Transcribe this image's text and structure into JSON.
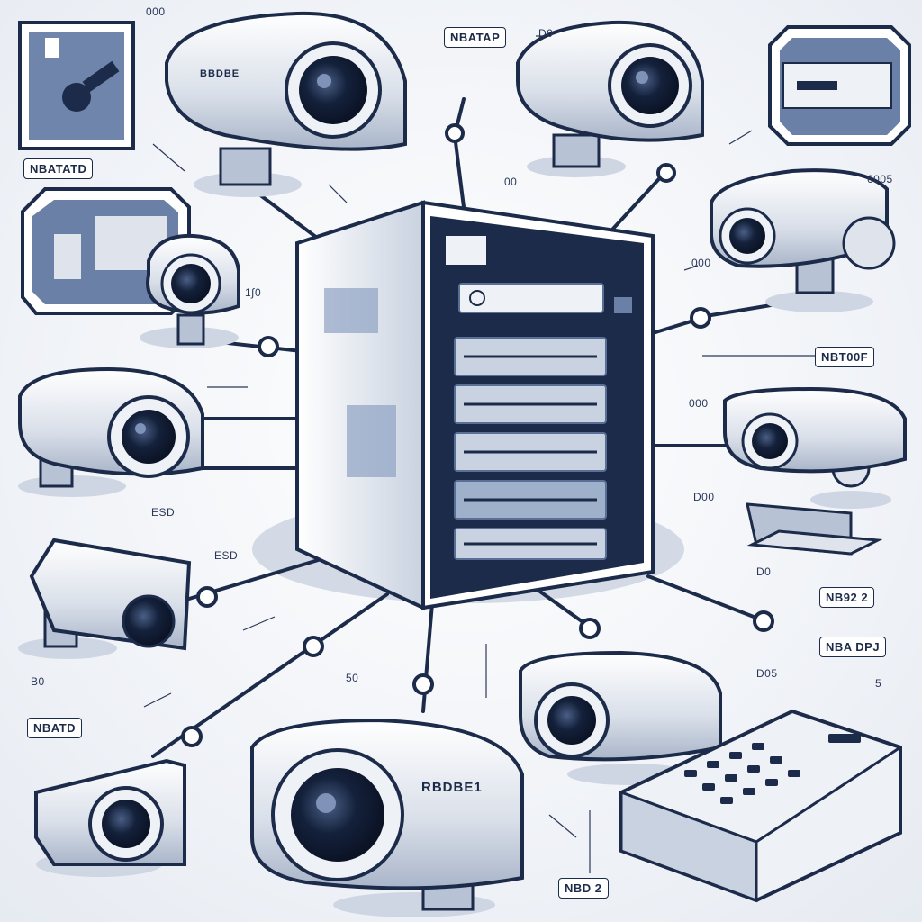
{
  "colors": {
    "navy": "#1c2b49",
    "steel": "#5a6f95",
    "silver": "#dfe4ec",
    "panel": "#6a80a6",
    "shadow": "#cfd6e3"
  },
  "labels": {
    "nvr_top": "NBATAP",
    "top_small_a": "000",
    "top_small_b": "D0",
    "top_small_c": "00",
    "top_right_code": "6005",
    "left_nvr": "NBATATD",
    "mid_left_a": "1∫0",
    "mid_right_a": "000",
    "right_nvr_1": "NBT00F",
    "right_small_b": "000",
    "left_lower_a": "ESD",
    "left_lower_b": "ESD",
    "right_lower_a": "D00",
    "right_lower_b": "D0",
    "right_nvr_2": "NB92 2",
    "right_nvr_3": "NBA DPJ",
    "right_small_c": "D05",
    "right_small_d": "5",
    "left_small_c": "B0",
    "bottom_left_nvr": "NBATD",
    "center_small": "50",
    "camera_brand": "RBDBE1",
    "bottom_nvr": "NBD 2",
    "top_camera_brand": "BBDBE"
  }
}
